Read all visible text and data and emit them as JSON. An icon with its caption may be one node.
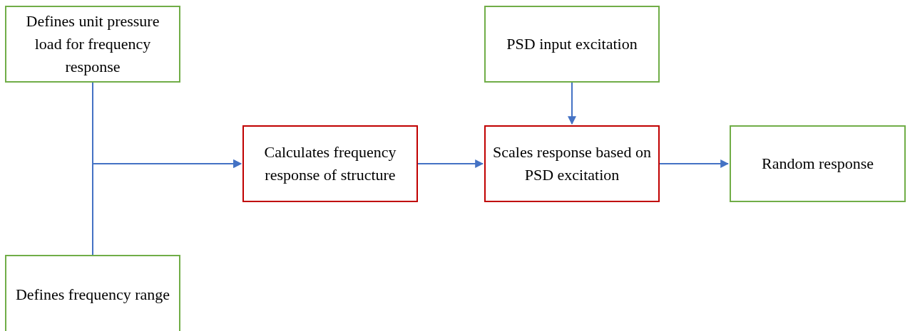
{
  "diagram": {
    "nodes": [
      {
        "text": [
          "Defines unit pressure load for frequency response"
        ]
      },
      {
        "text": [
          "Calculates frequency response of structure"
        ]
      },
      {
        "text": [
          "PSD input excitation"
        ]
      },
      {
        "text": [
          "Scales response based on PSD excitation"
        ]
      },
      {
        "text": [
          "Random response"
        ]
      },
      {
        "text": [
          "Defines frequency range"
        ]
      }
    ],
    "edges": [
      {
        "from": 0,
        "to": 1,
        "arrow": "to"
      },
      {
        "from": 5,
        "to": 1,
        "arrow": "to"
      },
      {
        "from": 1,
        "to": 3,
        "arrow": "to"
      },
      {
        "from": 2,
        "to": 3,
        "arrow": "to"
      },
      {
        "from": 3,
        "to": 4,
        "arrow": "to"
      }
    ]
  }
}
